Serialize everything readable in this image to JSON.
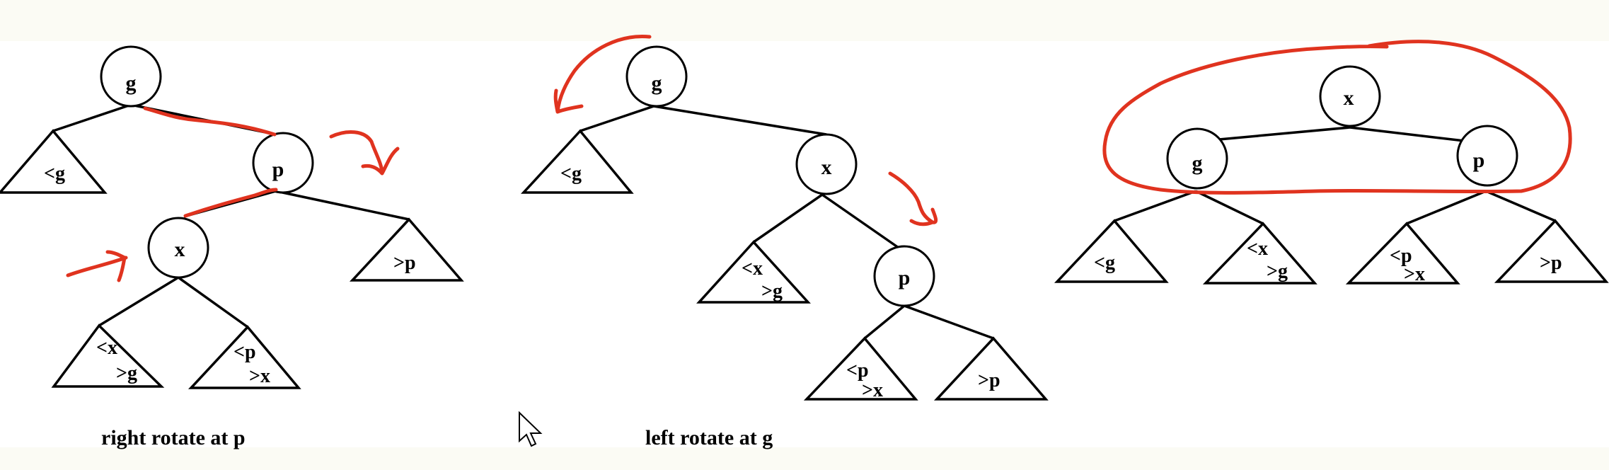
{
  "diagrams": [
    {
      "caption": "right rotate at p",
      "nodes": [
        {
          "id": "g",
          "label": "g"
        },
        {
          "id": "p",
          "label": "p"
        },
        {
          "id": "x",
          "label": "x"
        }
      ],
      "subtrees": [
        {
          "id": "lt-g",
          "lines": [
            "<g"
          ]
        },
        {
          "id": "gt-p",
          "lines": [
            ">p"
          ]
        },
        {
          "id": "lt-x-gt-g",
          "lines": [
            "<x",
            ">g"
          ]
        },
        {
          "id": "lt-p-gt-x",
          "lines": [
            "<p",
            ">x"
          ]
        }
      ]
    },
    {
      "caption": "left rotate at g",
      "nodes": [
        {
          "id": "g",
          "label": "g"
        },
        {
          "id": "x",
          "label": "x"
        },
        {
          "id": "p",
          "label": "p"
        }
      ],
      "subtrees": [
        {
          "id": "lt-g",
          "lines": [
            "<g"
          ]
        },
        {
          "id": "lt-x-gt-g",
          "lines": [
            "<x",
            ">g"
          ]
        },
        {
          "id": "lt-p-gt-x",
          "lines": [
            "<p",
            ">x"
          ]
        },
        {
          "id": "gt-p",
          "lines": [
            ">p"
          ]
        }
      ]
    },
    {
      "caption": "",
      "nodes": [
        {
          "id": "x",
          "label": "x"
        },
        {
          "id": "g",
          "label": "g"
        },
        {
          "id": "p",
          "label": "p"
        }
      ],
      "subtrees": [
        {
          "id": "lt-g",
          "lines": [
            "<g"
          ]
        },
        {
          "id": "lt-x-gt-g",
          "lines": [
            "<x",
            ">g"
          ]
        },
        {
          "id": "lt-p-gt-x",
          "lines": [
            "<p",
            ">x"
          ]
        },
        {
          "id": "gt-p",
          "lines": [
            ">p"
          ]
        }
      ]
    }
  ],
  "colors": {
    "ink": "#e0331f",
    "stroke": "#000000",
    "band": "#fbfbf4"
  },
  "icons": [
    "mouse-pointer-icon"
  ]
}
